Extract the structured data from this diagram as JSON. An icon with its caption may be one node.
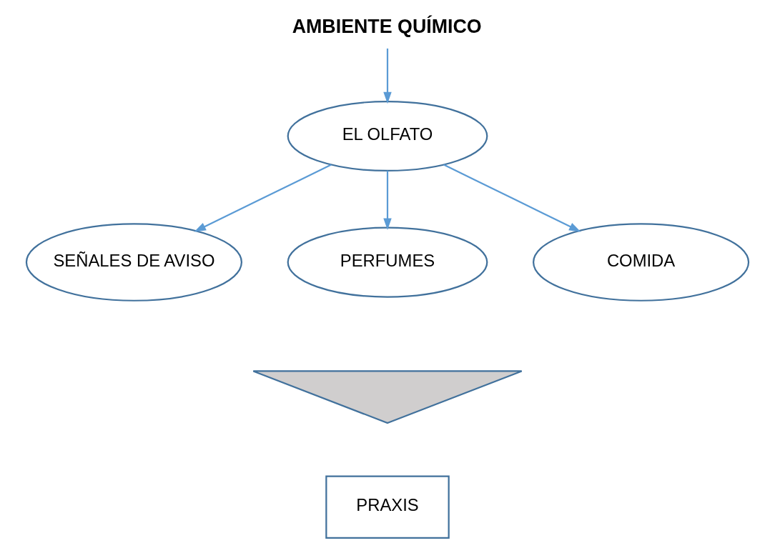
{
  "diagram": {
    "nodes": [
      {
        "text": [
          "AMBIENTE QUÍMICO"
        ]
      },
      {
        "text": [
          "EL OLFATO"
        ]
      },
      {
        "text": [
          "SEÑALES DE AVISO"
        ]
      },
      {
        "text": [
          "PERFUMES"
        ]
      },
      {
        "text": [
          "COMIDA"
        ]
      },
      {
        "text": [],
        "shape": "arrow"
      },
      {
        "text": [
          "PRAXIS"
        ]
      }
    ],
    "edges": [
      {
        "from": 0,
        "to": 1,
        "arrow": "to"
      },
      {
        "from": 1,
        "to": 2,
        "arrow": "to"
      },
      {
        "from": 1,
        "to": 3,
        "arrow": "to"
      },
      {
        "from": 1,
        "to": 4,
        "arrow": "to"
      }
    ]
  }
}
